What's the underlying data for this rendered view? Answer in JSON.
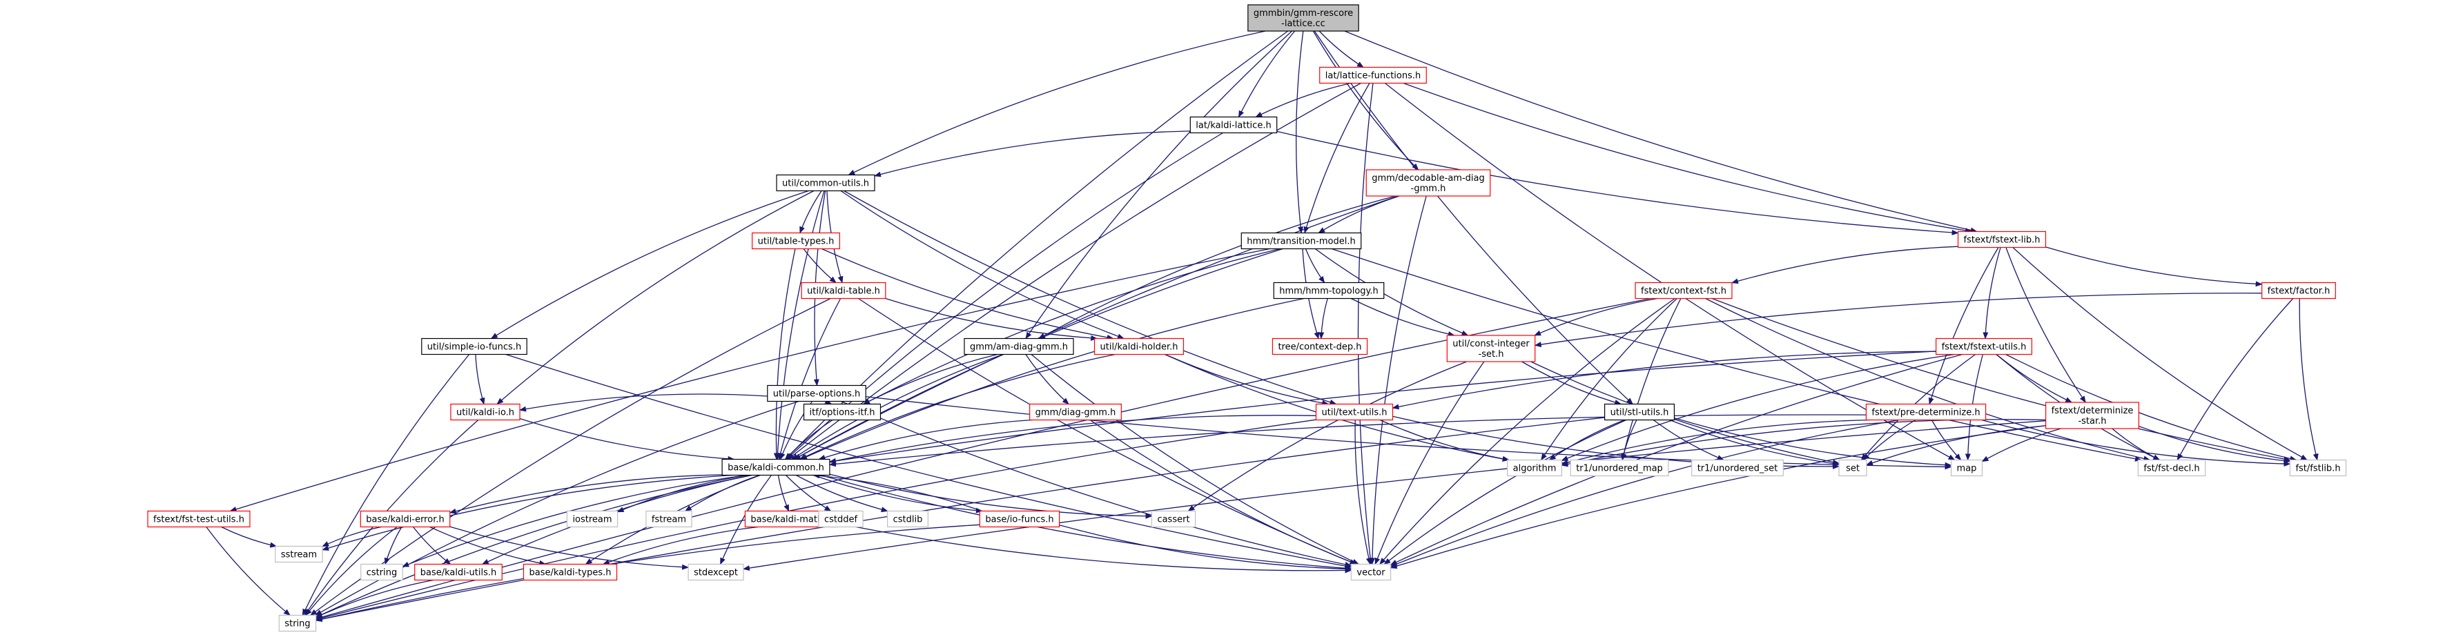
{
  "diagram": {
    "colors": {
      "edge": "#191970",
      "root_fill": "#bfbfbf",
      "link_border": "#ff0000",
      "plain_border": "#000000",
      "ext_border": "#bfbfbf"
    },
    "nodes": [
      {
        "id": "root",
        "lines": [
          "gmmbin/gmm-rescore",
          "-lattice.cc"
        ],
        "style": "root"
      },
      {
        "id": "latfun",
        "lines": [
          "lat/lattice-functions.h"
        ],
        "style": "link"
      },
      {
        "id": "kaldilat",
        "lines": [
          "lat/kaldi-lattice.h"
        ],
        "style": "plain"
      },
      {
        "id": "common",
        "lines": [
          "util/common-utils.h"
        ],
        "style": "plain"
      },
      {
        "id": "decod",
        "lines": [
          "gmm/decodable-am-diag",
          "-gmm.h"
        ],
        "style": "link"
      },
      {
        "id": "fstextlib",
        "lines": [
          "fstext/fstext-lib.h"
        ],
        "style": "link"
      },
      {
        "id": "transmodel",
        "lines": [
          "hmm/transition-model.h"
        ],
        "style": "plain"
      },
      {
        "id": "tabletypes",
        "lines": [
          "util/table-types.h"
        ],
        "style": "link"
      },
      {
        "id": "hmmtopo",
        "lines": [
          "hmm/hmm-topology.h"
        ],
        "style": "plain"
      },
      {
        "id": "contextfst",
        "lines": [
          "fstext/context-fst.h"
        ],
        "style": "link"
      },
      {
        "id": "factor",
        "lines": [
          "fstext/factor.h"
        ],
        "style": "link"
      },
      {
        "id": "kalditable",
        "lines": [
          "util/kaldi-table.h"
        ],
        "style": "link"
      },
      {
        "id": "simpleio",
        "lines": [
          "util/simple-io-funcs.h"
        ],
        "style": "plain"
      },
      {
        "id": "amdiag",
        "lines": [
          "gmm/am-diag-gmm.h"
        ],
        "style": "plain"
      },
      {
        "id": "kaldiholder",
        "lines": [
          "util/kaldi-holder.h"
        ],
        "style": "link"
      },
      {
        "id": "ctxdep",
        "lines": [
          "tree/context-dep.h"
        ],
        "style": "link"
      },
      {
        "id": "constint",
        "lines": [
          "util/const-integer",
          "-set.h"
        ],
        "style": "link"
      },
      {
        "id": "fstextutils",
        "lines": [
          "fstext/fstext-utils.h"
        ],
        "style": "link"
      },
      {
        "id": "parseopt",
        "lines": [
          "util/parse-options.h"
        ],
        "style": "plain"
      },
      {
        "id": "kaldiio",
        "lines": [
          "util/kaldi-io.h"
        ],
        "style": "link"
      },
      {
        "id": "optitf",
        "lines": [
          "itf/options-itf.h"
        ],
        "style": "plain"
      },
      {
        "id": "diaggmm",
        "lines": [
          "gmm/diag-gmm.h"
        ],
        "style": "link"
      },
      {
        "id": "textutils",
        "lines": [
          "util/text-utils.h"
        ],
        "style": "link"
      },
      {
        "id": "stlutils",
        "lines": [
          "util/stl-utils.h"
        ],
        "style": "plain"
      },
      {
        "id": "predet",
        "lines": [
          "fstext/pre-determinize.h"
        ],
        "style": "link"
      },
      {
        "id": "determstar",
        "lines": [
          "fstext/determinize",
          "-star.h"
        ],
        "style": "link"
      },
      {
        "id": "kaldicommon",
        "lines": [
          "base/kaldi-common.h"
        ],
        "style": "plain"
      },
      {
        "id": "algorithm",
        "lines": [
          "algorithm"
        ],
        "style": "ext"
      },
      {
        "id": "tr1umap",
        "lines": [
          "tr1/unordered_map"
        ],
        "style": "ext"
      },
      {
        "id": "tr1uset",
        "lines": [
          "tr1/unordered_set"
        ],
        "style": "ext"
      },
      {
        "id": "set",
        "lines": [
          "set"
        ],
        "style": "ext"
      },
      {
        "id": "map",
        "lines": [
          "map"
        ],
        "style": "ext"
      },
      {
        "id": "fstdecl",
        "lines": [
          "fst/fst-decl.h"
        ],
        "style": "ext"
      },
      {
        "id": "fstlib",
        "lines": [
          "fst/fstlib.h"
        ],
        "style": "ext"
      },
      {
        "id": "fsttest",
        "lines": [
          "fstext/fst-test-utils.h"
        ],
        "style": "link"
      },
      {
        "id": "kaldierror",
        "lines": [
          "base/kaldi-error.h"
        ],
        "style": "link"
      },
      {
        "id": "iostream",
        "lines": [
          "iostream"
        ],
        "style": "ext"
      },
      {
        "id": "fstream",
        "lines": [
          "fstream"
        ],
        "style": "ext"
      },
      {
        "id": "kaldimath",
        "lines": [
          "base/kaldi-math.h"
        ],
        "style": "link"
      },
      {
        "id": "cstddef",
        "lines": [
          "cstddef"
        ],
        "style": "ext"
      },
      {
        "id": "cstdlib",
        "lines": [
          "cstdlib"
        ],
        "style": "ext"
      },
      {
        "id": "iofuncs",
        "lines": [
          "base/io-funcs.h"
        ],
        "style": "link"
      },
      {
        "id": "cassert",
        "lines": [
          "cassert"
        ],
        "style": "ext"
      },
      {
        "id": "sstream",
        "lines": [
          "sstream"
        ],
        "style": "ext"
      },
      {
        "id": "cstring",
        "lines": [
          "cstring"
        ],
        "style": "ext"
      },
      {
        "id": "kaldiutils",
        "lines": [
          "base/kaldi-utils.h"
        ],
        "style": "link"
      },
      {
        "id": "kalditypes",
        "lines": [
          "base/kaldi-types.h"
        ],
        "style": "link"
      },
      {
        "id": "stdexcept",
        "lines": [
          "stdexcept"
        ],
        "style": "ext"
      },
      {
        "id": "vector",
        "lines": [
          "vector"
        ],
        "style": "ext"
      },
      {
        "id": "string",
        "lines": [
          "string"
        ],
        "style": "ext"
      }
    ],
    "edges": [
      [
        "root",
        "latfun"
      ],
      [
        "root",
        "kaldilat"
      ],
      [
        "root",
        "common"
      ],
      [
        "root",
        "decod"
      ],
      [
        "root",
        "fstextlib"
      ],
      [
        "root",
        "transmodel"
      ],
      [
        "root",
        "amdiag"
      ],
      [
        "root",
        "kaldicommon"
      ],
      [
        "root",
        "stlutils"
      ],
      [
        "latfun",
        "kaldilat"
      ],
      [
        "latfun",
        "fstextlib"
      ],
      [
        "latfun",
        "transmodel"
      ],
      [
        "latfun",
        "kaldicommon"
      ],
      [
        "latfun",
        "vector"
      ],
      [
        "latfun",
        "map"
      ],
      [
        "kaldilat",
        "common"
      ],
      [
        "kaldilat",
        "fstextlib"
      ],
      [
        "kaldilat",
        "kaldicommon"
      ],
      [
        "common",
        "tabletypes"
      ],
      [
        "common",
        "kalditable"
      ],
      [
        "common",
        "simpleio"
      ],
      [
        "common",
        "kaldiholder"
      ],
      [
        "common",
        "parseopt"
      ],
      [
        "common",
        "kaldiio"
      ],
      [
        "common",
        "textutils"
      ],
      [
        "common",
        "kaldicommon"
      ],
      [
        "decod",
        "transmodel"
      ],
      [
        "decod",
        "amdiag"
      ],
      [
        "decod",
        "kaldicommon"
      ],
      [
        "decod",
        "vector"
      ],
      [
        "fstextlib",
        "contextfst"
      ],
      [
        "fstextlib",
        "factor"
      ],
      [
        "fstextlib",
        "fstextutils"
      ],
      [
        "fstextlib",
        "predet"
      ],
      [
        "fstextlib",
        "determstar"
      ],
      [
        "fstextlib",
        "fstlib"
      ],
      [
        "transmodel",
        "hmmtopo"
      ],
      [
        "transmodel",
        "ctxdep"
      ],
      [
        "transmodel",
        "constint"
      ],
      [
        "transmodel",
        "kaldicommon"
      ],
      [
        "transmodel",
        "optitf"
      ],
      [
        "transmodel",
        "fsttest"
      ],
      [
        "transmodel",
        "fstdecl"
      ],
      [
        "tabletypes",
        "kalditable"
      ],
      [
        "tabletypes",
        "kaldiholder"
      ],
      [
        "tabletypes",
        "kaldicommon"
      ],
      [
        "hmmtopo",
        "ctxdep"
      ],
      [
        "hmmtopo",
        "constint"
      ],
      [
        "hmmtopo",
        "kaldicommon"
      ],
      [
        "contextfst",
        "constint"
      ],
      [
        "contextfst",
        "algorithm"
      ],
      [
        "contextfst",
        "tr1umap"
      ],
      [
        "contextfst",
        "vector"
      ],
      [
        "contextfst",
        "fstlib"
      ],
      [
        "contextfst",
        "fstdecl"
      ],
      [
        "contextfst",
        "string"
      ],
      [
        "factor",
        "constint"
      ],
      [
        "factor",
        "fstlib"
      ],
      [
        "factor",
        "fstdecl"
      ],
      [
        "kalditable",
        "kaldiholder"
      ],
      [
        "kalditable",
        "kaldicommon"
      ],
      [
        "kalditable",
        "string"
      ],
      [
        "kalditable",
        "vector"
      ],
      [
        "simpleio",
        "kaldiio"
      ],
      [
        "simpleio",
        "string"
      ],
      [
        "simpleio",
        "vector"
      ],
      [
        "amdiag",
        "diaggmm"
      ],
      [
        "amdiag",
        "optitf"
      ],
      [
        "amdiag",
        "kaldicommon"
      ],
      [
        "amdiag",
        "vector"
      ],
      [
        "kaldiholder",
        "textutils"
      ],
      [
        "kaldiholder",
        "kaldicommon"
      ],
      [
        "kaldiholder",
        "algorithm"
      ],
      [
        "constint",
        "stlutils"
      ],
      [
        "constint",
        "vector"
      ],
      [
        "constint",
        "set"
      ],
      [
        "constint",
        "cassert"
      ],
      [
        "fstextutils",
        "textutils"
      ],
      [
        "fstextutils",
        "determstar"
      ],
      [
        "fstextutils",
        "kaldicommon"
      ],
      [
        "fstextutils",
        "set"
      ],
      [
        "fstextutils",
        "map"
      ],
      [
        "fstextutils",
        "algorithm"
      ],
      [
        "fstextutils",
        "fstdecl"
      ],
      [
        "fstextutils",
        "fstlib"
      ],
      [
        "fstextutils",
        "vector"
      ],
      [
        "parseopt",
        "kaldiio"
      ],
      [
        "parseopt",
        "optitf"
      ],
      [
        "parseopt",
        "kaldicommon"
      ],
      [
        "parseopt",
        "map"
      ],
      [
        "parseopt",
        "string"
      ],
      [
        "parseopt",
        "vector"
      ],
      [
        "kaldiio",
        "kaldicommon"
      ],
      [
        "kaldiio",
        "string"
      ],
      [
        "optitf",
        "kaldicommon"
      ],
      [
        "diaggmm",
        "kaldicommon"
      ],
      [
        "diaggmm",
        "vector"
      ],
      [
        "textutils",
        "kaldicommon"
      ],
      [
        "textutils",
        "algorithm"
      ],
      [
        "textutils",
        "set"
      ],
      [
        "textutils",
        "vector"
      ],
      [
        "textutils",
        "string"
      ],
      [
        "stlutils",
        "algorithm"
      ],
      [
        "stlutils",
        "tr1umap"
      ],
      [
        "stlutils",
        "tr1uset"
      ],
      [
        "stlutils",
        "set"
      ],
      [
        "stlutils",
        "map"
      ],
      [
        "stlutils",
        "vector"
      ],
      [
        "stlutils",
        "string"
      ],
      [
        "predet",
        "algorithm"
      ],
      [
        "predet",
        "set"
      ],
      [
        "predet",
        "map"
      ],
      [
        "predet",
        "vector"
      ],
      [
        "predet",
        "fstlib"
      ],
      [
        "predet",
        "kaldicommon"
      ],
      [
        "determstar",
        "set"
      ],
      [
        "determstar",
        "map"
      ],
      [
        "determstar",
        "fstlib"
      ],
      [
        "determstar",
        "fstdecl"
      ],
      [
        "determstar",
        "vector"
      ],
      [
        "determstar",
        "stdexcept"
      ],
      [
        "determstar",
        "algorithm"
      ],
      [
        "kaldicommon",
        "kaldierror"
      ],
      [
        "kaldicommon",
        "iostream"
      ],
      [
        "kaldicommon",
        "fstream"
      ],
      [
        "kaldicommon",
        "kaldimath"
      ],
      [
        "kaldicommon",
        "cstddef"
      ],
      [
        "kaldicommon",
        "cstdlib"
      ],
      [
        "kaldicommon",
        "iofuncs"
      ],
      [
        "kaldicommon",
        "cassert"
      ],
      [
        "kaldicommon",
        "sstream"
      ],
      [
        "kaldicommon",
        "cstring"
      ],
      [
        "kaldicommon",
        "kaldiutils"
      ],
      [
        "kaldicommon",
        "kalditypes"
      ],
      [
        "kaldicommon",
        "stdexcept"
      ],
      [
        "kaldicommon",
        "vector"
      ],
      [
        "kaldicommon",
        "string"
      ],
      [
        "fsttest",
        "sstream"
      ],
      [
        "fsttest",
        "string"
      ],
      [
        "kaldierror",
        "sstream"
      ],
      [
        "kaldierror",
        "cstring"
      ],
      [
        "kaldierror",
        "kaldiutils"
      ],
      [
        "kaldierror",
        "kalditypes"
      ],
      [
        "kaldierror",
        "stdexcept"
      ],
      [
        "kaldierror",
        "string"
      ],
      [
        "kaldimath",
        "kalditypes"
      ],
      [
        "kaldimath",
        "vector"
      ],
      [
        "iofuncs",
        "kaldicommon"
      ],
      [
        "iofuncs",
        "string"
      ],
      [
        "iofuncs",
        "vector"
      ],
      [
        "kaldiutils",
        "string"
      ]
    ]
  }
}
